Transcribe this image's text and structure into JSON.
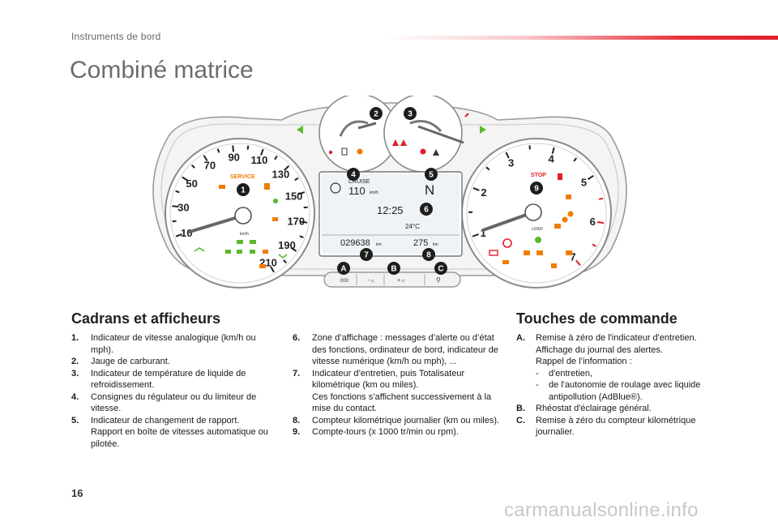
{
  "header": {
    "section": "Instruments de bord"
  },
  "title": "Combiné matrice",
  "cluster": {
    "speed_ticks": [
      "10",
      "30",
      "50",
      "70",
      "90",
      "110",
      "130",
      "150",
      "170",
      "190",
      "210"
    ],
    "speed_unit": "km/h",
    "rpm_ticks": [
      "1",
      "2",
      "3",
      "4",
      "5",
      "6",
      "7"
    ],
    "rpm_unit": "x1000",
    "service": "SERVICE",
    "stop": "STOP",
    "callouts": [
      "1",
      "2",
      "3",
      "4",
      "5",
      "6",
      "7",
      "8",
      "9",
      "A",
      "B",
      "C"
    ],
    "display": {
      "cruise_label": "CRUISE",
      "speed": "110",
      "speed_unit": "km/h",
      "gear": "N",
      "time": "12:25",
      "temp": "24°C",
      "odometer": "029638",
      "odo_unit": "km",
      "trip": "275",
      "trip_unit": "km"
    },
    "buttons": {
      "a": "000",
      "b_minus": "-☼",
      "b_plus": "+☼",
      "c": "⚲"
    }
  },
  "left_section": {
    "title": "Cadrans et afficheurs",
    "items": [
      {
        "num": "1.",
        "text": "Indicateur de vitesse analogique (km/h ou mph)."
      },
      {
        "num": "2.",
        "text": "Jauge de carburant."
      },
      {
        "num": "3.",
        "text": "Indicateur de température de liquide de refroidissement."
      },
      {
        "num": "4.",
        "text": "Consignes du régulateur ou du limiteur de vitesse."
      },
      {
        "num": "5.",
        "text": "Indicateur de changement de rapport.",
        "extra": "Rapport en boîte de vitesses automatique ou pilotée."
      }
    ]
  },
  "middle_section": {
    "items": [
      {
        "num": "6.",
        "text": "Zone d’affichage : messages d’alerte ou d’état des fonctions, ordinateur de bord, indicateur de vitesse numérique (km/h ou mph), ..."
      },
      {
        "num": "7.",
        "text": "Indicateur d’entretien, puis Totalisateur kilométrique (km ou miles).",
        "extra": "Ces fonctions s’affichent successivement à la mise du contact."
      },
      {
        "num": "8.",
        "text": "Compteur kilométrique journalier (km ou miles)."
      },
      {
        "num": "9.",
        "text": "Compte-tours (x 1000 tr/min ou rpm)."
      }
    ]
  },
  "right_section": {
    "title": "Touches de commande",
    "items": [
      {
        "num": "A.",
        "text": "Remise à zéro de l'indicateur d'entretien.",
        "extra": "Affichage du journal des alertes.",
        "extra2": "Rappel de l’information :",
        "subs": [
          "d'entretien,",
          "de l'autonomie de roulage avec liquide antipollution (AdBlue®)."
        ]
      },
      {
        "num": "B.",
        "text": "Rhéostat d'éclairage général."
      },
      {
        "num": "C.",
        "text": "Remise à zéro du compteur kilométrique journalier."
      }
    ]
  },
  "page_number": "16",
  "watermark": "carmanualsonline.info",
  "colors": {
    "accent_red": "#e01e2a",
    "warning_orange": "#f07d00",
    "indicator_green": "#5cb82e",
    "callout": "#1d1d1b"
  }
}
